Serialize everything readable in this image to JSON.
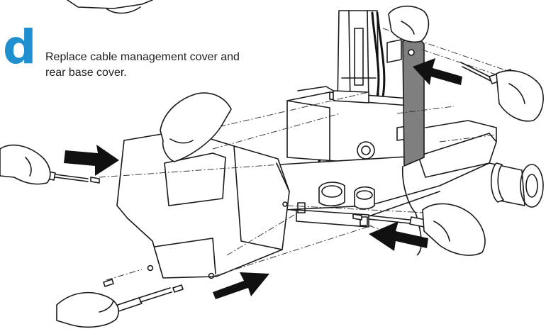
{
  "step": {
    "letter": "d",
    "instruction_line1": "Replace cable management cover and",
    "instruction_line2": "rear base cover."
  },
  "colors": {
    "step_letter": "#1f8fcf",
    "text": "#222222",
    "line_art": "#1a1a1a",
    "arrow": "#111111",
    "cover_strip": "#7f7f7f"
  },
  "figure": {
    "components": [
      "cart-column",
      "cable-management-cover",
      "rear-base-cover",
      "base-frame",
      "caster-wheel",
      "cables",
      "screwdriver",
      "screw",
      "hand",
      "insert-arrow"
    ]
  }
}
